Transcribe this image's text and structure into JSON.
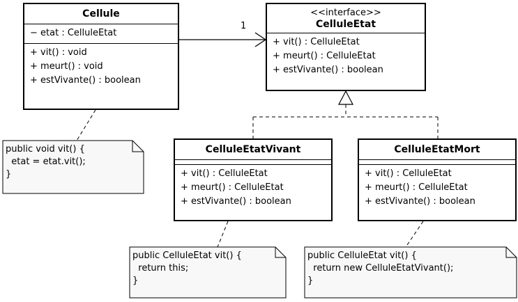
{
  "classes": {
    "cellule": {
      "name": "Cellule",
      "attributes": [
        "− etat : CelluleEtat"
      ],
      "operations": [
        "+ vit() : void",
        "+ meurt() : void",
        "+ estVivante() : boolean"
      ]
    },
    "cellule_etat": {
      "stereotype": "<<interface>>",
      "name": "CelluleEtat",
      "operations": [
        "+ vit() : CelluleEtat",
        "+ meurt() : CelluleEtat",
        "+ estVivante() : boolean"
      ]
    },
    "cellule_etat_vivant": {
      "name": "CelluleEtatVivant",
      "operations": [
        "+ vit() : CelluleEtat",
        "+ meurt() : CelluleEtat",
        "+ estVivante() : boolean"
      ]
    },
    "cellule_etat_mort": {
      "name": "CelluleEtatMort",
      "operations": [
        "+ vit() : CelluleEtat",
        "+ meurt() : CelluleEtat",
        "+ estVivante() : boolean"
      ]
    }
  },
  "association": {
    "multiplicity": "1"
  },
  "notes": {
    "cellule_note": "public void vit() {\n  etat = etat.vit();\n}",
    "vivant_note": "public CelluleEtat vit() {\n  return this;\n}",
    "mort_note": "public CelluleEtat vit() {\n  return new CelluleEtatVivant();\n}"
  }
}
